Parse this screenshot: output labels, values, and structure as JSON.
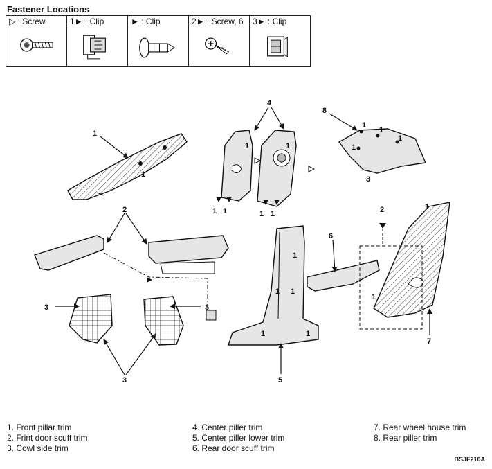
{
  "title": "Fastener Locations",
  "fasteners": [
    {
      "symbol": "▷",
      "label": ": Screw",
      "icon": "screw-icon"
    },
    {
      "symbol": "1►",
      "label": ": Clip",
      "icon": "clip-icon"
    },
    {
      "symbol": "►",
      "label": ": Clip",
      "icon": "push-clip-icon"
    },
    {
      "symbol": "2►",
      "label": ": Screw, 6",
      "icon": "tapping-screw-icon"
    },
    {
      "symbol": "3►",
      "label": ": Clip",
      "icon": "square-clip-icon"
    }
  ],
  "callouts": {
    "n1": "1",
    "n2": "2",
    "n3": "3",
    "n4": "4",
    "n5": "5",
    "n6": "6",
    "n7": "7",
    "n8": "8"
  },
  "legend": {
    "col1": [
      "1. Front pillar trim",
      "2. Frint door scuff trim",
      "3. Cowl side trim"
    ],
    "col2": [
      "4. Center piller trim",
      "5. Center piller lower trim",
      "6. Rear door scuff trim"
    ],
    "col3": [
      "7. Rear wheel house trim",
      "8. Rear piller trim"
    ]
  },
  "figure_code": "BSJF210A"
}
